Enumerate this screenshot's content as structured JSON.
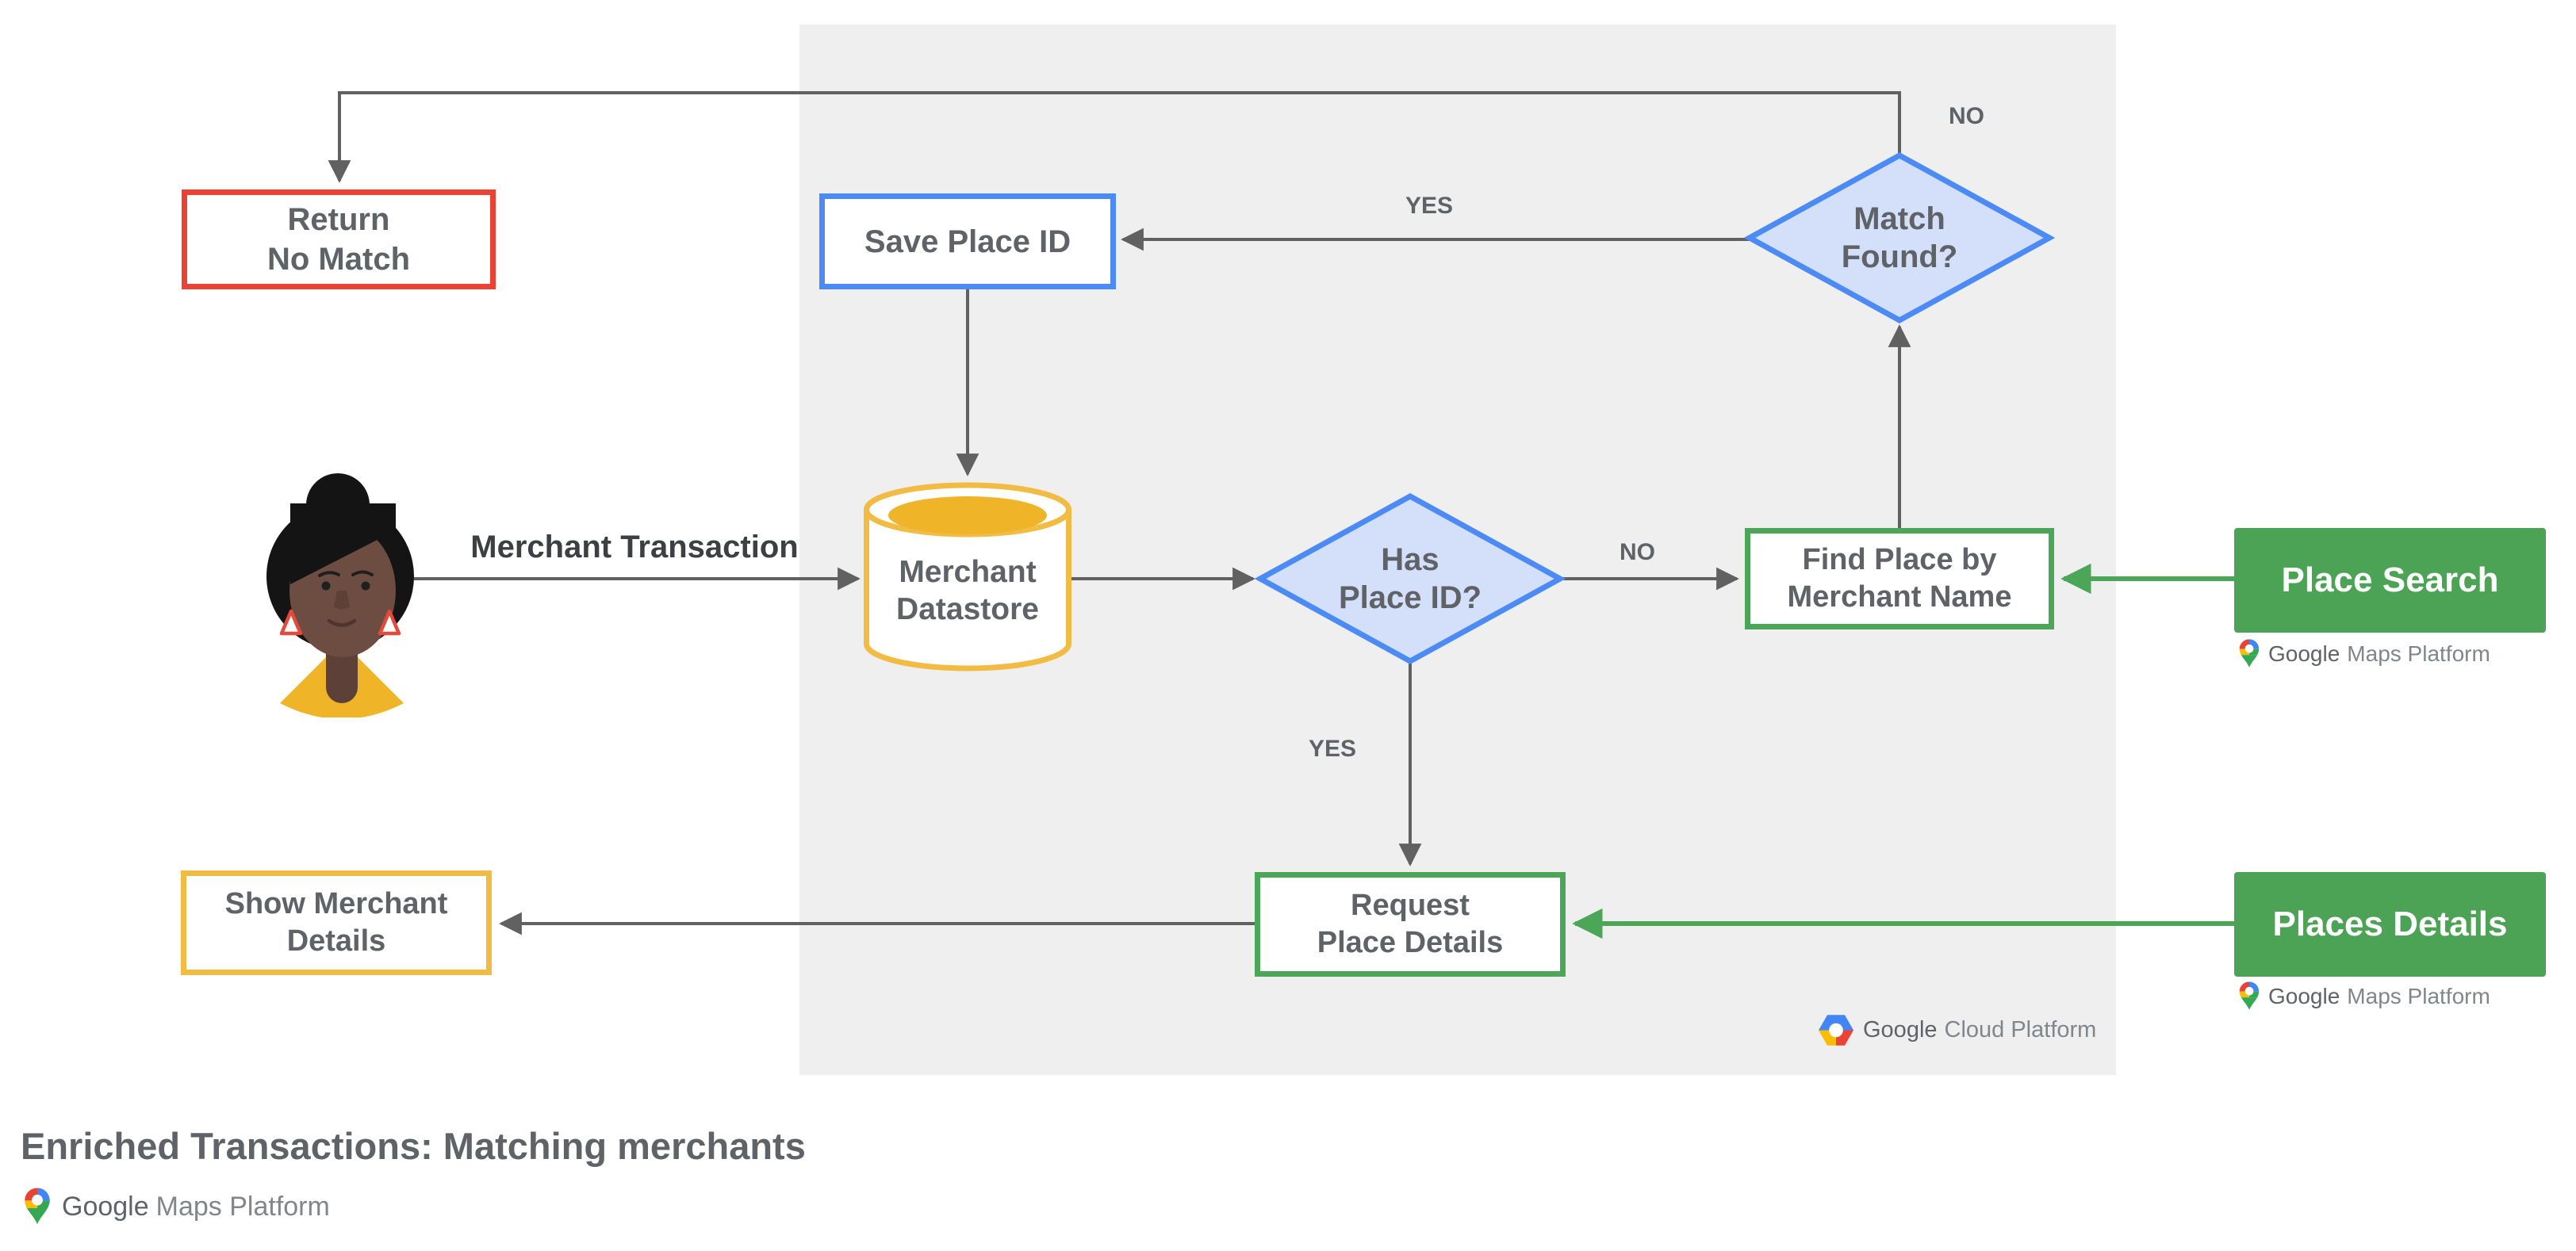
{
  "diagram": {
    "nodes": {
      "return_no_match": {
        "line1": "Return",
        "line2": "No Match"
      },
      "save_place_id": {
        "label": "Save Place ID"
      },
      "merchant_datastore": {
        "line1": "Merchant",
        "line2": "Datastore"
      },
      "has_place_id": {
        "line1": "Has",
        "line2": "Place ID?"
      },
      "match_found": {
        "line1": "Match",
        "line2": "Found?"
      },
      "find_place_by_merchant_name": {
        "line1": "Find Place by",
        "line2": "Merchant Name"
      },
      "request_place_details": {
        "line1": "Request",
        "line2": "Place Details"
      },
      "show_merchant_details": {
        "line1": "Show Merchant",
        "line2": "Details"
      },
      "place_search": {
        "label": "Place Search"
      },
      "places_details": {
        "label": "Places Details"
      }
    },
    "edge_labels": {
      "merchant_transaction": "Merchant Transaction",
      "match_found_no": "NO",
      "match_found_yes": "YES",
      "has_place_id_no": "NO",
      "has_place_id_yes": "YES"
    }
  },
  "logos": {
    "google_maps_platform": {
      "word1": "Google",
      "word2": "Maps Platform"
    },
    "google_cloud_platform": {
      "word1": "Google",
      "word2": "Cloud Platform"
    }
  },
  "footer": {
    "caption": "Enriched Transactions: Matching merchants"
  },
  "colors": {
    "red_border": "#EA4335",
    "blue_border": "#4C8BF5",
    "blue_fill": "#D4E0FA",
    "yellow_border": "#F2BB44",
    "yellow_fill": "#F0B429",
    "green_border": "#4BA757",
    "green_fill": "#4CA355",
    "arrow_gray": "#616161",
    "panel_gray": "#EFEFEF",
    "text_gray": "#5F6368"
  }
}
